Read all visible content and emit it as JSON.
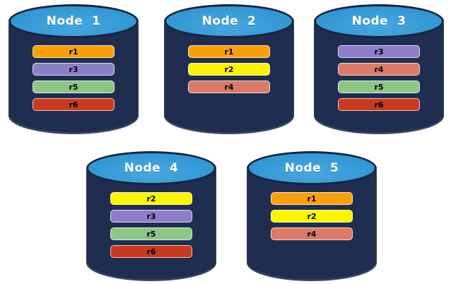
{
  "diagram": {
    "description": "Five database nodes each storing a subset of replicas r1-r6"
  },
  "palette": {
    "background": "#FFFFFF",
    "cylinder_body": "#1F2D50",
    "cylinder_top": "#3095D4",
    "cylinder_rim": "#17233E",
    "title_color": "#FFFFFF",
    "replica_label_color": "#000000",
    "replicas": {
      "r1": "#F9A008",
      "r2": "#FCF500",
      "r3": "#8D7EC8",
      "r4": "#DB7B67",
      "r5": "#8CC684",
      "r6": "#C93A1F"
    }
  },
  "nodes": [
    {
      "title": "Node  1",
      "replicas": [
        "r1",
        "r3",
        "r5",
        "r6"
      ]
    },
    {
      "title": "Node  2",
      "replicas": [
        "r1",
        "r2",
        "r4"
      ]
    },
    {
      "title": "Node  3",
      "replicas": [
        "r3",
        "r4",
        "r5",
        "r6"
      ]
    },
    {
      "title": "Node  4",
      "replicas": [
        "r2",
        "r3",
        "r5",
        "r6"
      ]
    },
    {
      "title": "Node  5",
      "replicas": [
        "r1",
        "r2",
        "r4"
      ]
    }
  ]
}
